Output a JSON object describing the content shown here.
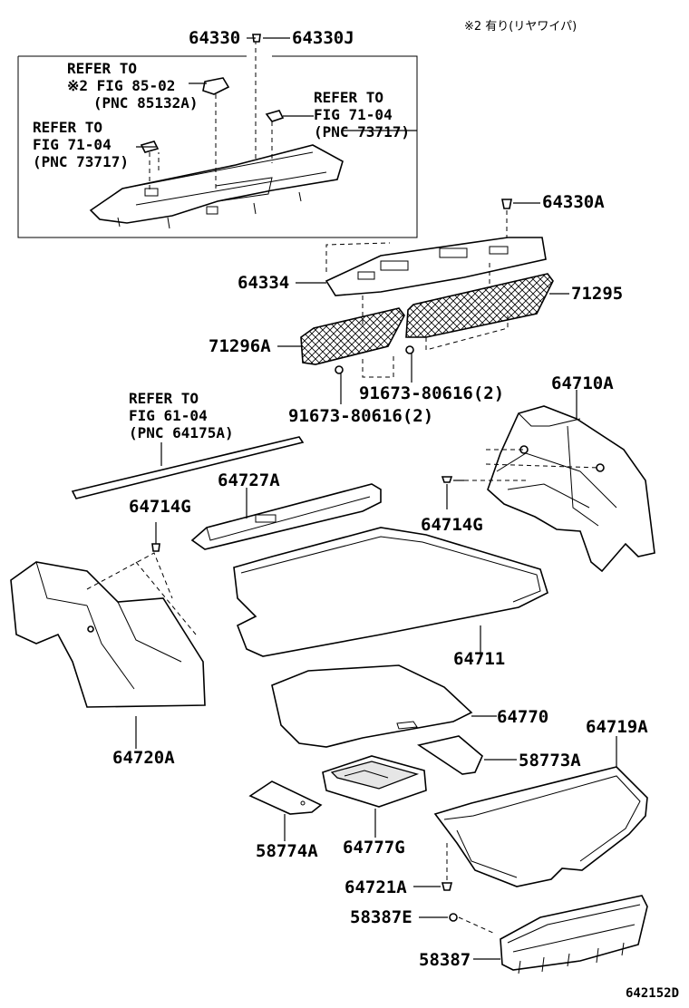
{
  "note_top_right": "※2 有り(リヤワイパ)",
  "drawing_code": "642152D",
  "callouts": {
    "c64330": "64330",
    "c64330J": "64330J",
    "c64330A": "64330A",
    "c64334": "64334",
    "c71295": "71295",
    "c71296A": "71296A",
    "c91673a": "91673-80616(2)",
    "c91673b": "91673-80616(2)",
    "c64710A": "64710A",
    "c64714G_left": "64714G",
    "c64714G_right": "64714G",
    "c64727A": "64727A",
    "c64711": "64711",
    "c64720A": "64720A",
    "c64770": "64770",
    "c64719A": "64719A",
    "c58773A": "58773A",
    "c58774A": "58774A",
    "c64777G": "64777G",
    "c64721A": "64721A",
    "c58387E": "58387E",
    "c58387": "58387"
  },
  "references": {
    "ref_85_02": "REFER TO\n※2 FIG 85-02\n   (PNC 85132A)",
    "ref_71_04_right": "REFER TO\nFIG 71-04\n(PNC 73717)",
    "ref_71_04_left": "REFER TO\nFIG 71-04\n(PNC 73717)",
    "ref_61_04": "REFER TO\nFIG 61-04\n(PNC 64175A)"
  }
}
